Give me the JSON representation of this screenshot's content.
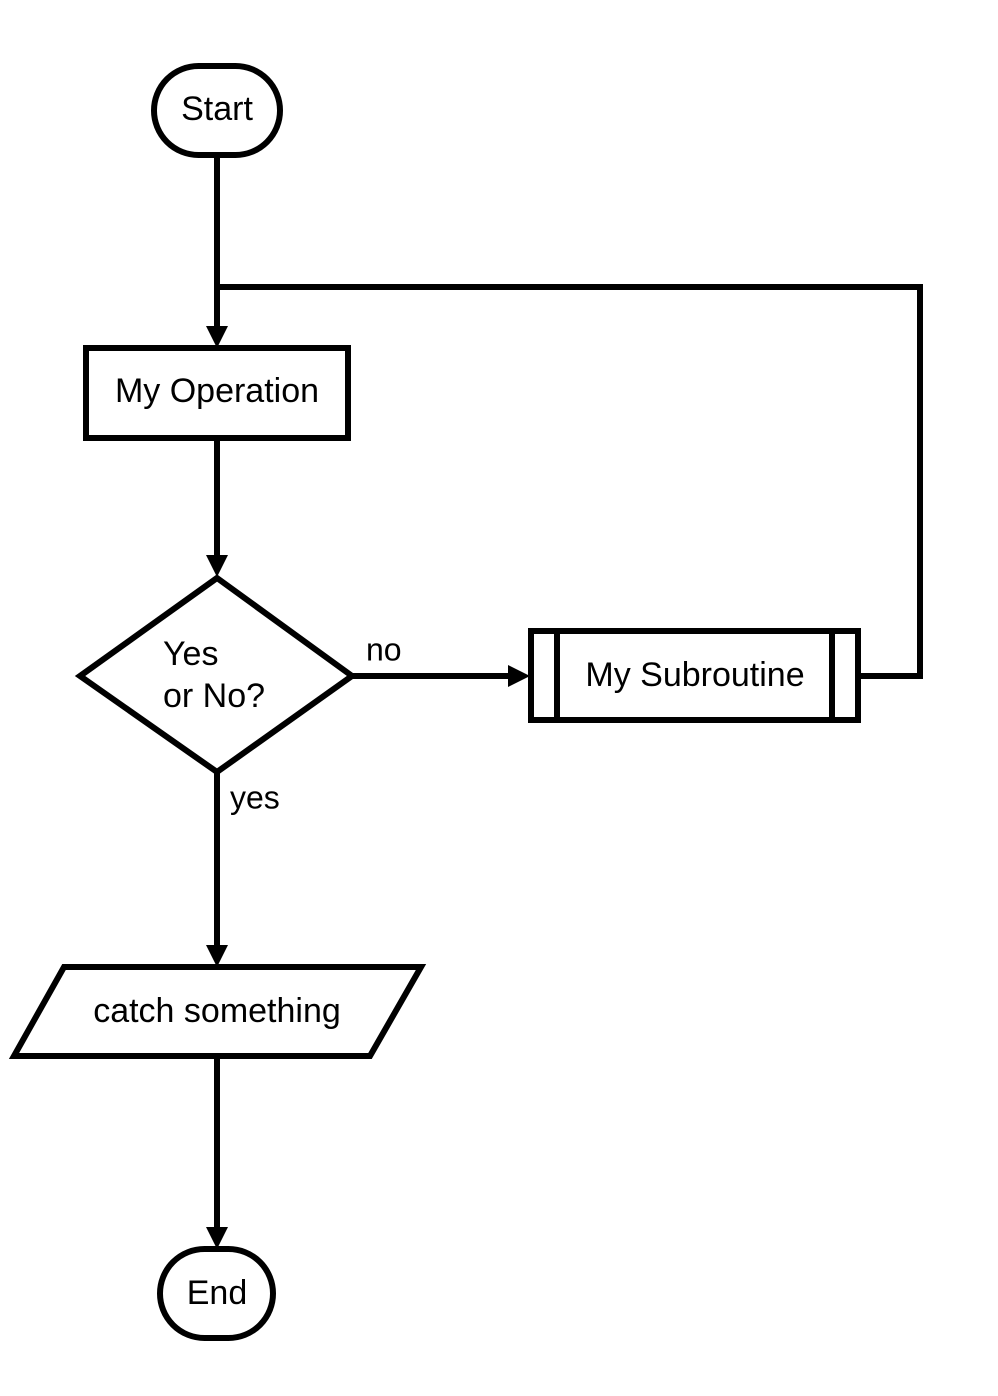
{
  "nodes": {
    "start": {
      "label": "Start",
      "kind": "terminator"
    },
    "operation": {
      "label": "My Operation",
      "kind": "process"
    },
    "decision": {
      "label_line1": "Yes",
      "label_line2": "or No?",
      "kind": "decision"
    },
    "subroutine": {
      "label": "My Subroutine",
      "kind": "predefined-process"
    },
    "io": {
      "label": "catch something",
      "kind": "input-output"
    },
    "end": {
      "label": "End",
      "kind": "terminator"
    }
  },
  "edges": {
    "no_label": "no",
    "yes_label": "yes"
  },
  "colors": {
    "stroke": "#000000",
    "fill": "#ffffff",
    "text": "#000000"
  }
}
